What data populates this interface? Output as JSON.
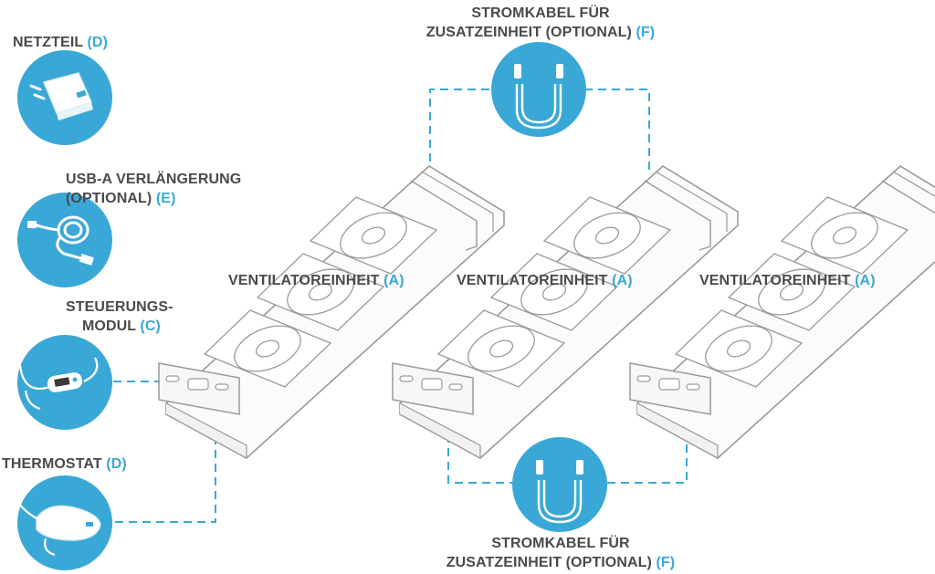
{
  "colors": {
    "accent": "#3aa8d6",
    "text": "#4a4a4a",
    "line": "#3aa8d6",
    "device": "#9a9a9a"
  },
  "labels": {
    "netzteil": {
      "text": "NETZTEIL",
      "code": "(D)"
    },
    "usb_ext": {
      "line1": "USB-A VERLÄNGERUNG",
      "line2": "(OPTIONAL)",
      "code": "(E)"
    },
    "control": {
      "line1": "STEUERUNGS-",
      "line2": "MODUL",
      "code": "(C)"
    },
    "thermostat": {
      "text": "THERMOSTAT",
      "code": "(D)"
    },
    "cable_top": {
      "line1": "STROMKABEL FÜR",
      "line2": "ZUSATZEINHEIT (OPTIONAL)",
      "code": "(F)"
    },
    "cable_bottom": {
      "line1": "STROMKABEL FÜR",
      "line2": "ZUSATZEINHEIT (OPTIONAL)",
      "code": "(F)"
    },
    "fan_units": [
      {
        "text": "VENTILATOREINHEIT",
        "code": "(A)"
      },
      {
        "text": "VENTILATOREINHEIT",
        "code": "(A)"
      },
      {
        "text": "VENTILATOREINHEIT",
        "code": "(A)"
      }
    ]
  },
  "icons": {
    "left_column": [
      "power-adapter-icon",
      "usb-extension-cable-icon",
      "control-module-icon",
      "thermostat-icon"
    ],
    "cables": [
      "usb-c-cable-icon",
      "usb-c-cable-icon"
    ]
  }
}
